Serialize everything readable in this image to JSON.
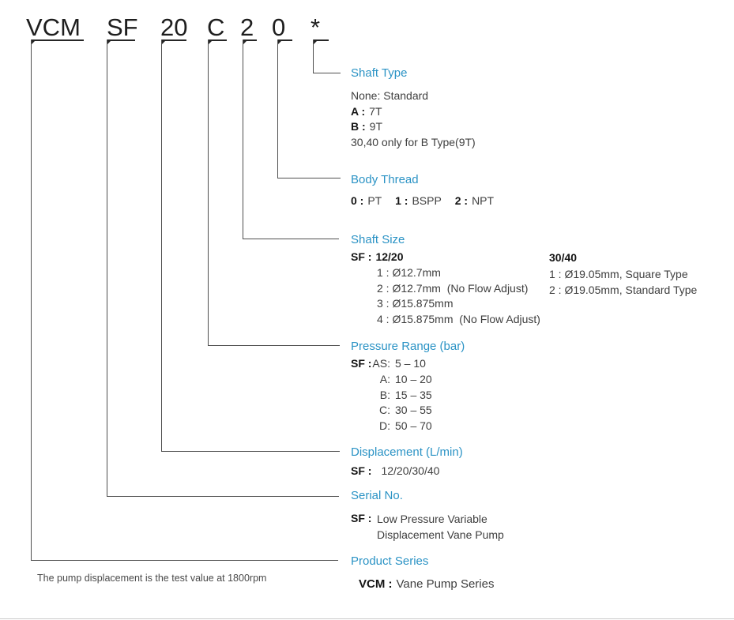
{
  "colors": {
    "accent_blue": "#2b93c5",
    "line_gray": "#4f4f4f",
    "bracket_dark": "#262626",
    "body_text": "#3e3e3e"
  },
  "code": {
    "segments": [
      "VCM",
      "SF",
      "20",
      "C",
      "2",
      "0",
      "*"
    ]
  },
  "sections": {
    "shaft_type": {
      "title": "Shaft Type",
      "line_none": "None: Standard",
      "options": [
        {
          "key": "A :",
          "value": "7T"
        },
        {
          "key": "B :",
          "value": "9T"
        }
      ],
      "note": "30,40 only for B Type(9T)"
    },
    "body_thread": {
      "title": "Body Thread",
      "options": [
        {
          "key": "0 :",
          "value": "PT"
        },
        {
          "key": "1 :",
          "value": "BSPP"
        },
        {
          "key": "2 :",
          "value": "NPT"
        }
      ]
    },
    "shaft_size": {
      "title": "Shaft Size",
      "sf_key": "SF :",
      "group1": {
        "name": "12/20",
        "items": [
          "1 : Ø12.7mm",
          "2 : Ø12.7mm  (No Flow Adjust)",
          "3 : Ø15.875mm",
          "4 : Ø15.875mm  (No Flow Adjust)"
        ]
      },
      "group2": {
        "name": "30/40",
        "items": [
          "1 : Ø19.05mm, Square Type",
          "2 : Ø19.05mm, Standard Type"
        ]
      }
    },
    "pressure_range": {
      "title": "Pressure Range (bar)",
      "sf_key": "SF :",
      "rows": [
        {
          "key": "AS:",
          "value": "5 – 10"
        },
        {
          "key": "A:",
          "value": "10 – 20"
        },
        {
          "key": "B:",
          "value": "15 – 35"
        },
        {
          "key": "C:",
          "value": "30 – 55"
        },
        {
          "key": "D:",
          "value": "50 – 70"
        }
      ]
    },
    "displacement": {
      "title": "Displacement (L/min)",
      "sf_key": "SF :",
      "value": "12/20/30/40"
    },
    "serial_no": {
      "title": "Serial No.",
      "sf_key": "SF :",
      "value_line1": "Low Pressure Variable",
      "value_line2": "Displacement Vane Pump"
    },
    "product_series": {
      "title": "Product Series",
      "key": "VCM :",
      "value": "Vane Pump Series"
    }
  },
  "footnote": "The pump displacement is the test value at 1800rpm"
}
